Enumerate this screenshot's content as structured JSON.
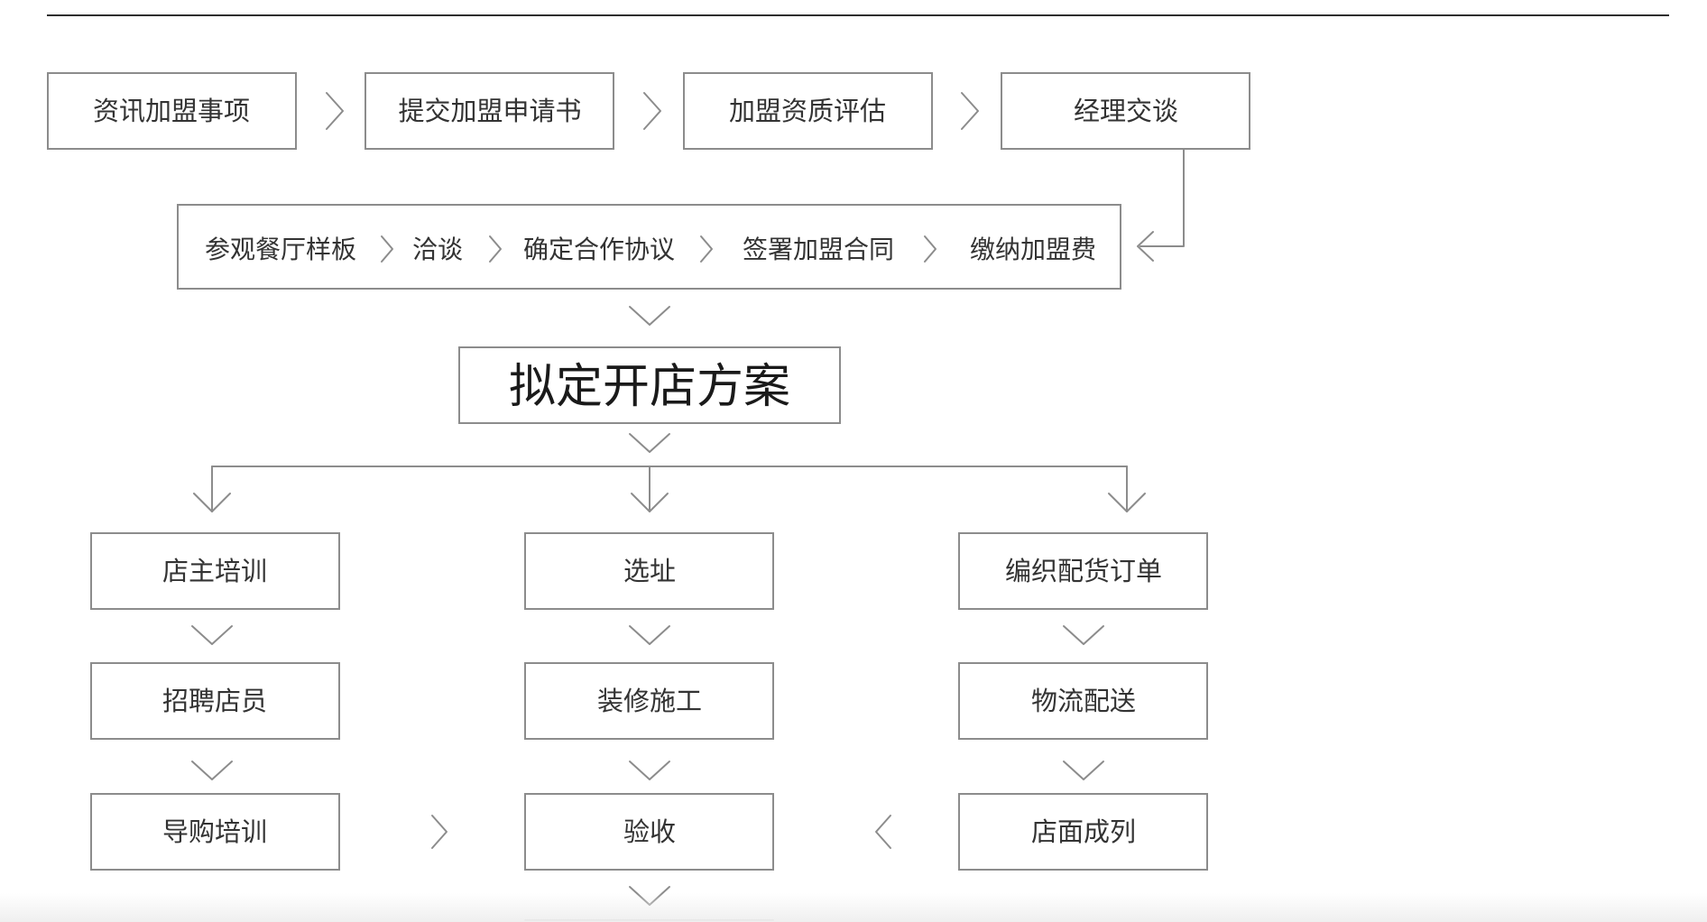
{
  "diagram": {
    "row1": [
      "资讯加盟事项",
      "提交加盟申请书",
      "加盟资质评估",
      "经理交谈"
    ],
    "row2": [
      "参观餐厅样板",
      "洽谈",
      "确定合作协议",
      "签署加盟合同",
      "缴纳加盟费"
    ],
    "plan": "拟定开店方案",
    "branches": {
      "left": [
        "店主培训",
        "招聘店员",
        "导购培训"
      ],
      "center": [
        "选址",
        "装修施工",
        "验收"
      ],
      "right": [
        "编织配货订单",
        "物流配送",
        "店面成列"
      ]
    }
  }
}
